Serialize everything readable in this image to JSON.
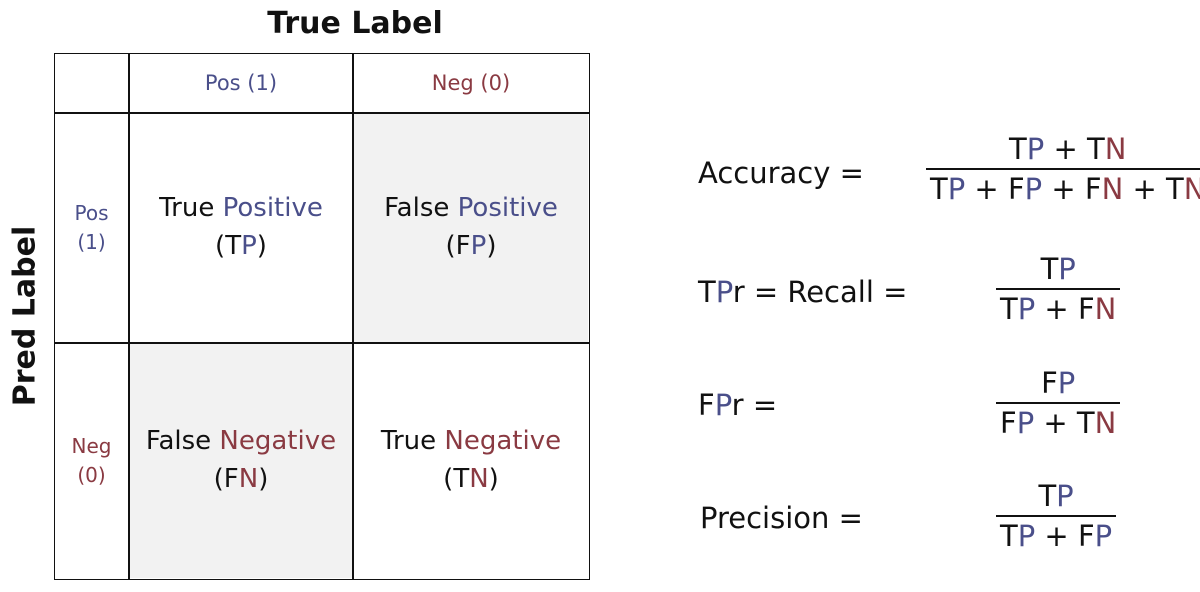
{
  "headers": {
    "true_label": "True Label",
    "pred_label": "Pred Label"
  },
  "matrix": {
    "col_headers": [
      {
        "text": "Pos (1)",
        "class": "pos"
      },
      {
        "text": "Neg (0)",
        "class": "neg"
      }
    ],
    "row_headers": [
      {
        "word": "Pos",
        "value": "(1)",
        "class": "pos"
      },
      {
        "word": "Neg",
        "value": "(0)",
        "class": "neg"
      }
    ],
    "cells": {
      "tp": {
        "first": "True",
        "second": "Positive",
        "abbr_a": "T",
        "abbr_b": "P",
        "second_class": "pos"
      },
      "fp": {
        "first": "False",
        "second": "Positive",
        "abbr_a": "F",
        "abbr_b": "P",
        "second_class": "pos"
      },
      "fn": {
        "first": "False",
        "second": "Negative",
        "abbr_a": "F",
        "abbr_b": "N",
        "second_class": "neg"
      },
      "tn": {
        "first": "True",
        "second": "Negative",
        "abbr_a": "T",
        "abbr_b": "N",
        "second_class": "neg"
      }
    }
  },
  "formulas": {
    "accuracy": {
      "label": "Accuracy ="
    },
    "recall": {
      "label_a": "T",
      "label_b": "P",
      "label_rest": "r = Recall ="
    },
    "fpr": {
      "label_a": "F",
      "label_b": "P",
      "label_rest": "r ="
    },
    "precision": {
      "label": "Precision ="
    }
  },
  "colors": {
    "positive": "#4a4f8a",
    "negative": "#8a3a42",
    "shaded_cell": "#f2f2f2"
  }
}
